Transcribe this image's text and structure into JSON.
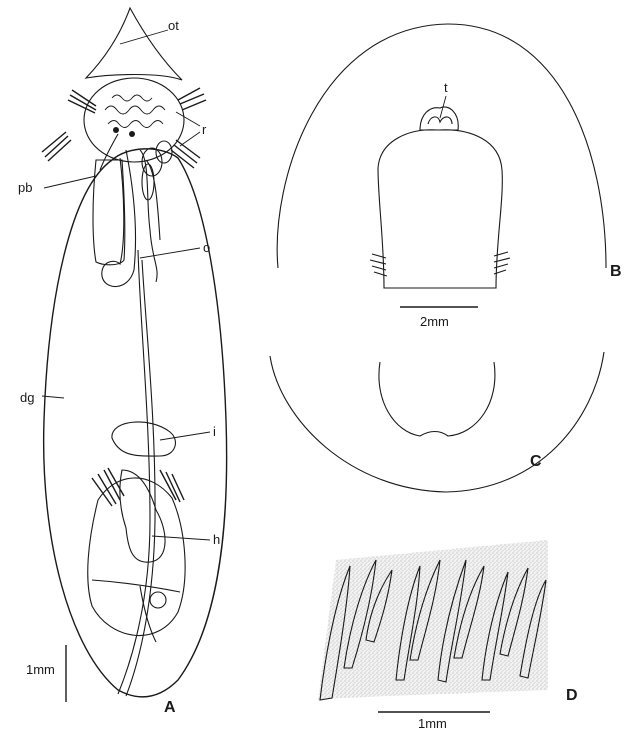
{
  "figure": {
    "panels": {
      "A": "A",
      "B": "B",
      "C": "C",
      "D": "D"
    },
    "labels": {
      "ot": "ot",
      "r": "r",
      "pb": "pb",
      "o": "o",
      "dg": "dg",
      "i": "i",
      "h": "h",
      "t": "t"
    },
    "scale_bars": {
      "A": "1mm",
      "B": "2mm",
      "D": "1mm"
    }
  },
  "colors": {
    "ink": "#1a1a1a",
    "stipple": "#9a9a9a",
    "background": "#ffffff"
  }
}
